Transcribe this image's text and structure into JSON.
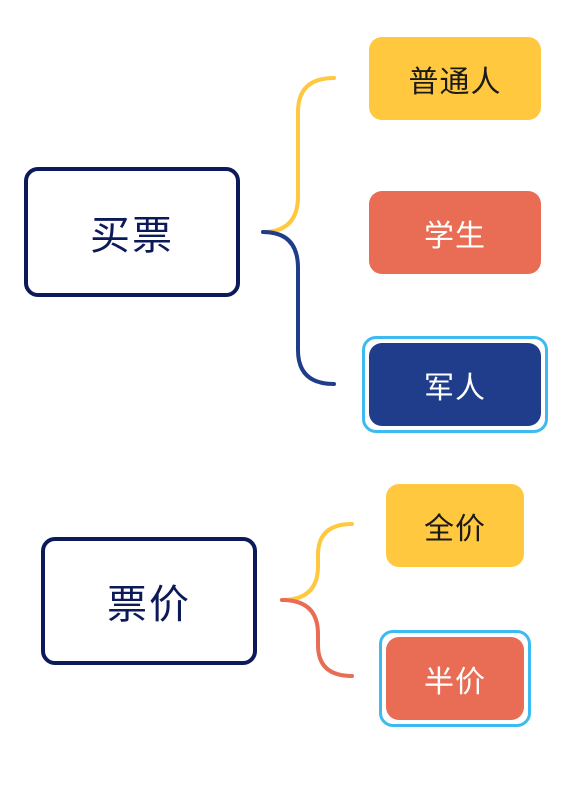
{
  "colors": {
    "yellow": "#ffc83e",
    "red": "#e96d55",
    "navy": "#1f3d8a",
    "dark_border": "#0d1a5a",
    "selection": "#3dbbf0"
  },
  "groups": [
    {
      "root": "买票",
      "leaves": [
        {
          "label": "普通人",
          "color": "yellow",
          "selected": false
        },
        {
          "label": "学生",
          "color": "red",
          "selected": false
        },
        {
          "label": "军人",
          "color": "navy",
          "selected": true
        }
      ]
    },
    {
      "root": "票价",
      "leaves": [
        {
          "label": "全价",
          "color": "yellow",
          "selected": false
        },
        {
          "label": "半价",
          "color": "red",
          "selected": true
        }
      ]
    }
  ]
}
